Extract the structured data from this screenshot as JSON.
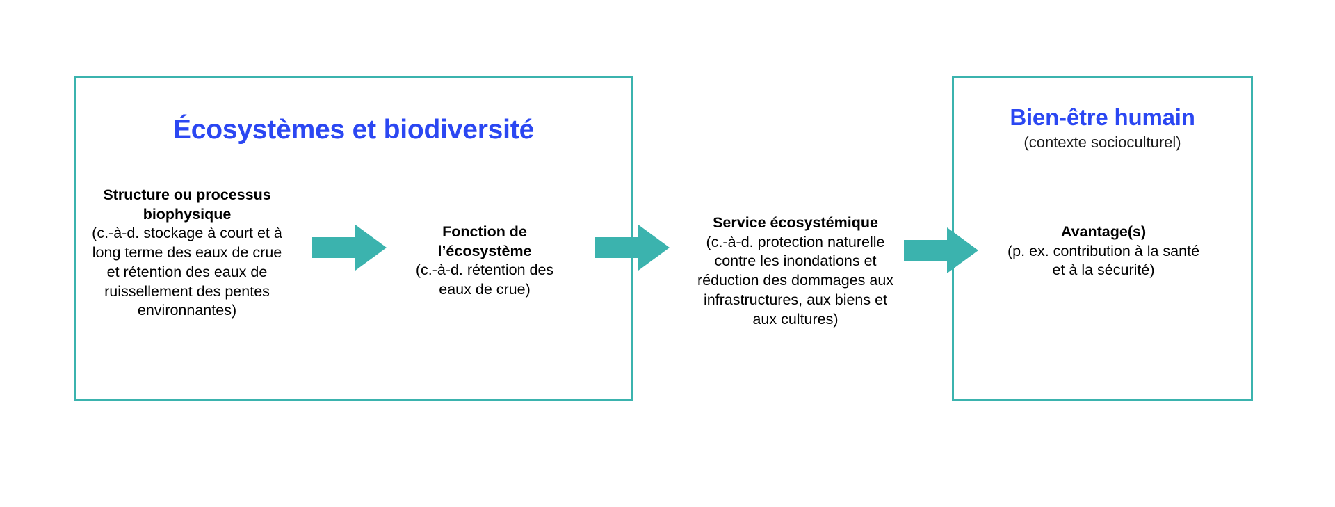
{
  "diagram": {
    "accent_color": "#3BB3AE",
    "heading_color": "#2B47F2",
    "text_color": "#000000",
    "background_color": "#ffffff"
  },
  "panels": {
    "ecosystems": {
      "heading": "Écosystèmes et biodiversité"
    },
    "wellbeing": {
      "heading": "Bien-être humain",
      "subheading": "(contexte socioculturel)"
    }
  },
  "blocks": {
    "structure": {
      "title": "Structure ou processus biophysique",
      "detail": "(c.-à-d. stockage à court et à long terme des eaux de crue et rétention des eaux de ruissellement des pentes environnantes)"
    },
    "function": {
      "title": "Fonction de l’écosystème",
      "detail": "(c.-à-d. rétention des eaux de crue)"
    },
    "service": {
      "title": "Service écosystémique",
      "detail": "(c.-à-d. protection naturelle contre les inondations et réduction des dommages aux infrastructures, aux biens et aux cultures)"
    },
    "benefit": {
      "title": "Avantage(s)",
      "detail": "(p. ex. contribution à la santé et à la sécurité)"
    }
  },
  "arrows": [
    {
      "name": "arrow-structure-to-function",
      "direction": "right"
    },
    {
      "name": "arrow-function-to-service",
      "direction": "right"
    },
    {
      "name": "arrow-service-to-benefit",
      "direction": "right"
    }
  ]
}
